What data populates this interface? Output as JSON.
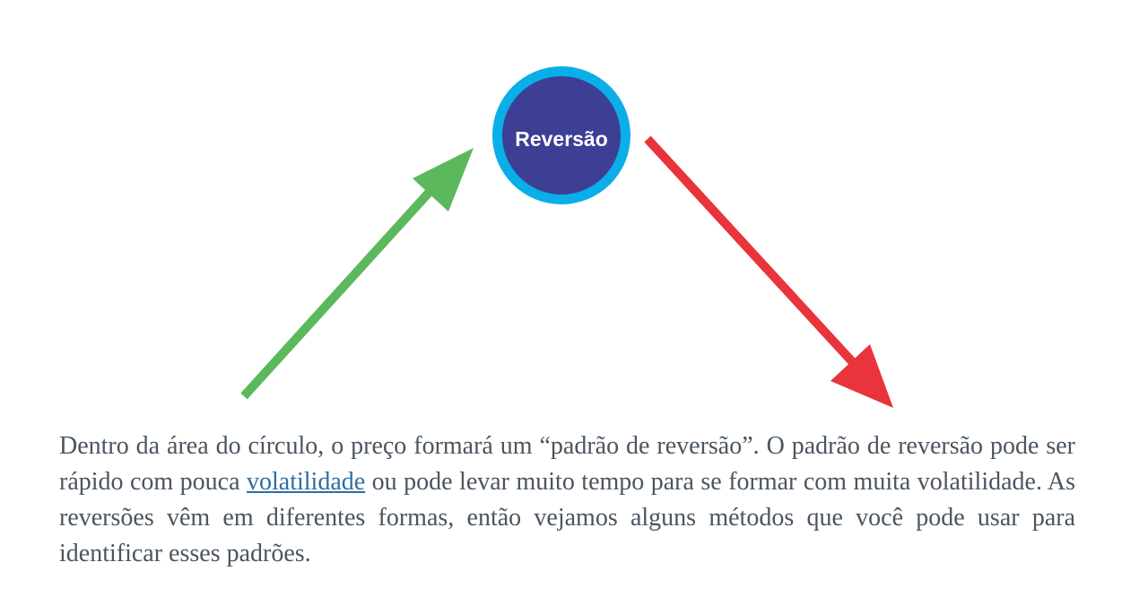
{
  "diagram": {
    "center_label": "Reversão",
    "colors": {
      "circle_fill": "#3d3f94",
      "circle_ring": "#0aaee9",
      "circle_text": "#ffffff",
      "arrow_up": "#5cb85c",
      "arrow_down": "#e8343a"
    },
    "icons": {
      "up_arrow": "green-up-arrow-icon",
      "down_arrow": "red-down-arrow-icon"
    }
  },
  "paragraph": {
    "part1": "Dentro da área do círculo, o preço formará um “padrão de reversão”. O padrão de reversão pode ser rápido com pouca ",
    "link": "volatilidade",
    "part2": " ou pode levar muito tempo para se formar com muita volatilidade. As reversões vêm em diferentes formas, então vejamos alguns métodos que você pode usar para identificar esses padrões."
  }
}
